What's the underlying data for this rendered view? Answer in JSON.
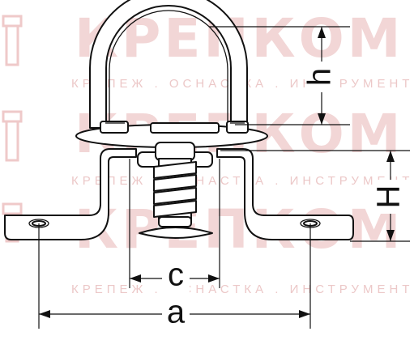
{
  "watermark": {
    "brand": "КРЕПКОМ",
    "tagline": "КРЕПЕЖ . ОСНАСТКА . ИНСТРУМЕНТ",
    "accent_color": "#e5b3b3"
  },
  "dimensions": {
    "a": "a",
    "c": "c",
    "h": "h",
    "H": "H"
  },
  "colors": {
    "line": "#111111",
    "background": "#ffffff"
  }
}
